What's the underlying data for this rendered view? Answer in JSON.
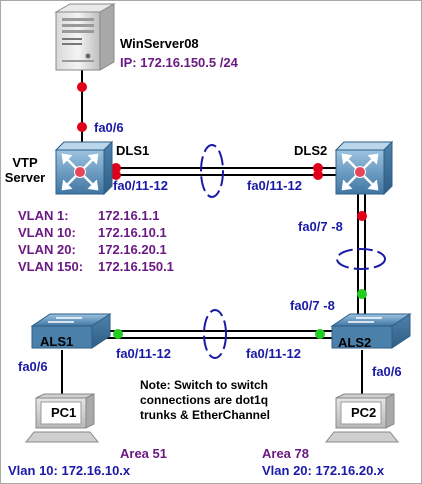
{
  "server": {
    "name": "WinServer08",
    "ip": "IP: 172.16.150.5 /24",
    "port": "fa0/6"
  },
  "dls1": {
    "role": "VTP Server",
    "name": "DLS1",
    "port_trunk": "fa0/11-12",
    "vlans": [
      {
        "label": "VLAN 1:",
        "ip": "172.16.1.1"
      },
      {
        "label": "VLAN 10:",
        "ip": "172.16.10.1"
      },
      {
        "label": "VLAN 20:",
        "ip": "172.16.20.1"
      },
      {
        "label": "VLAN 150:",
        "ip": "172.16.150.1"
      }
    ]
  },
  "dls2": {
    "name": "DLS2",
    "port_trunk": "fa0/11-12",
    "port_down": "fa0/7 -8"
  },
  "als2": {
    "name": "ALS2",
    "port_up": "fa0/7 -8",
    "port_trunk": "fa0/11-12",
    "port_pc": "fa0/6"
  },
  "als1": {
    "name": "ALS1",
    "port_trunk": "fa0/11-12",
    "port_pc": "fa0/6"
  },
  "pc1": {
    "name": "PC1",
    "area": "Area 51",
    "vlan": "Vlan 10: 172.16.10.x"
  },
  "pc2": {
    "name": "PC2",
    "area": "Area 78",
    "vlan": "Vlan 20: 172.16.20.x"
  },
  "note": {
    "lines": [
      "Note: Switch to switch",
      "connections are dot1q",
      "trunks & EtherChannel"
    ]
  },
  "colors": {
    "label_blue": "#1a1aa8",
    "label_purple": "#6a1a82",
    "link_down": "#e0001a",
    "link_up": "#22cc22",
    "switch_blue": "#5a8fb5"
  }
}
